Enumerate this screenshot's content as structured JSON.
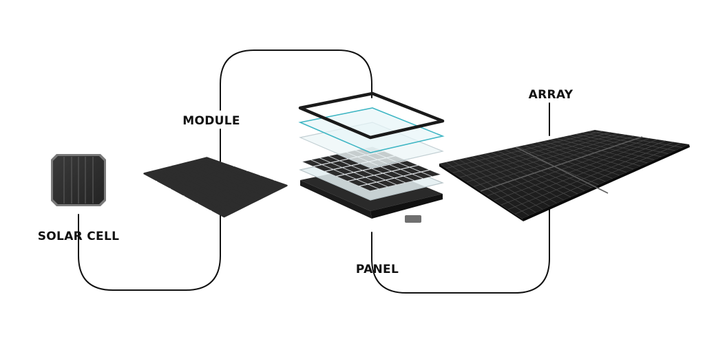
{
  "labels": {
    "solar_cell": "SOLAR CELL",
    "module": "MODULE",
    "panel": "PANEL",
    "array": "ARRAY"
  },
  "colors": {
    "background": "#ffffff",
    "connector_line": "#111111",
    "cell_dark": "#2b2b2b",
    "cell_rim": "#7a7a7a",
    "frame": "#1a1a1a",
    "glass_teal": "#3fb6c4",
    "glass_fill": "#e7f5f8",
    "array_panel": "#1f1f1f"
  },
  "icons": {
    "solar_cell": "solar-cell-icon",
    "module": "solar-module-icon",
    "panel": "exploded-panel-layers-icon",
    "array": "solar-array-icon"
  }
}
